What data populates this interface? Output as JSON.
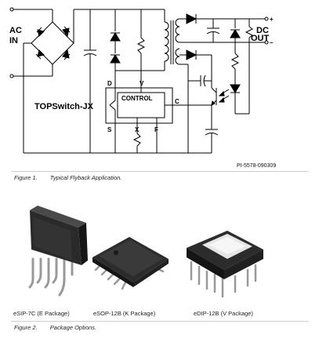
{
  "figure1": {
    "labels": {
      "ac_line1": "AC",
      "ac_line2": "IN",
      "dc_line1": "DC",
      "dc_line2": "OUT",
      "plus": "+",
      "minus": "–",
      "pin_d": "D",
      "pin_v": "V",
      "pin_c": "C",
      "pin_s": "S",
      "pin_x": "X",
      "pin_f": "F",
      "control": "CONTROL",
      "device": "TOPSwitch-JX",
      "drawing_id": "PI-5578-090309"
    },
    "caption_num": "Figure 1.",
    "caption_text": "Typical Flyback Application."
  },
  "figure2": {
    "packages": [
      "eSIP-7C (E Package)",
      "eSOP-12B (K Package)",
      "eDIP-12B (V Package)"
    ],
    "caption_num": "Figure 2.",
    "caption_text": "Package Options."
  }
}
